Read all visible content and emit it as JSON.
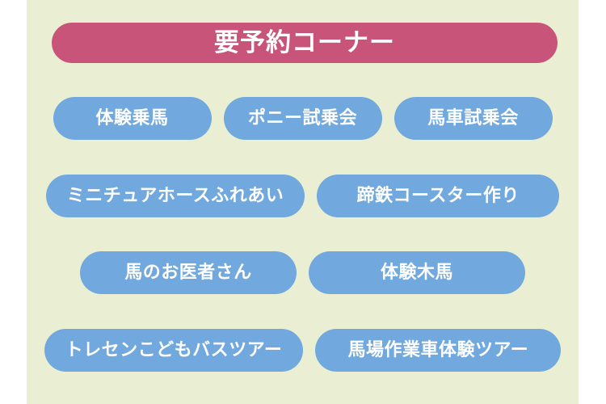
{
  "page": {
    "background_color": "#ffffff",
    "panel_color": "#eaefd4"
  },
  "header": {
    "title": "要予約コーナー",
    "background_color": "#c9547a",
    "text_color": "#ffffff"
  },
  "buttons": {
    "background_color": "#71a8dd",
    "text_color": "#ffffff",
    "rows": [
      {
        "items": [
          {
            "label": "体験乗馬"
          },
          {
            "label": "ポニー試乗会"
          },
          {
            "label": "馬車試乗会"
          }
        ]
      },
      {
        "items": [
          {
            "label": "ミニチュアホースふれあい"
          },
          {
            "label": "蹄鉄コースター作り"
          }
        ]
      },
      {
        "items": [
          {
            "label": "馬のお医者さん"
          },
          {
            "label": "体験木馬"
          }
        ]
      },
      {
        "items": [
          {
            "label": "トレセンこどもバスツアー"
          },
          {
            "label": "馬場作業車体験ツアー"
          }
        ]
      }
    ]
  }
}
